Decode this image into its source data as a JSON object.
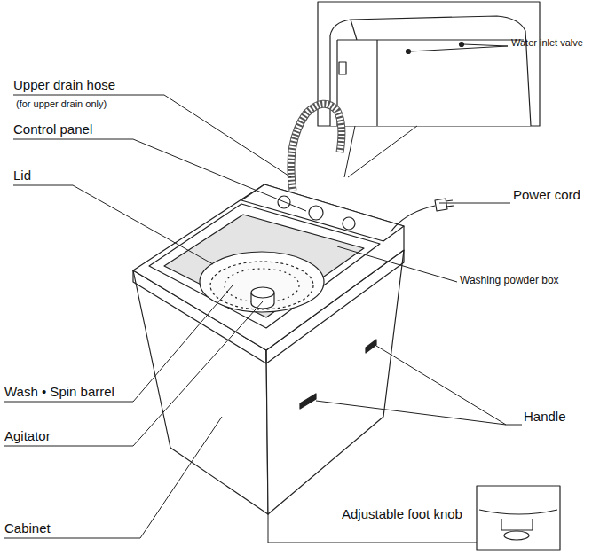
{
  "diagram": {
    "labels": [
      "Upper drain hose",
      "(for upper drain only)",
      "Control panel",
      "Lid",
      "Wash • Spin barrel",
      "Agitator",
      "Cabinet",
      "Water inlet valve",
      "Power cord",
      "Washing powder box",
      "Handle",
      "Adjustable foot knob"
    ]
  }
}
